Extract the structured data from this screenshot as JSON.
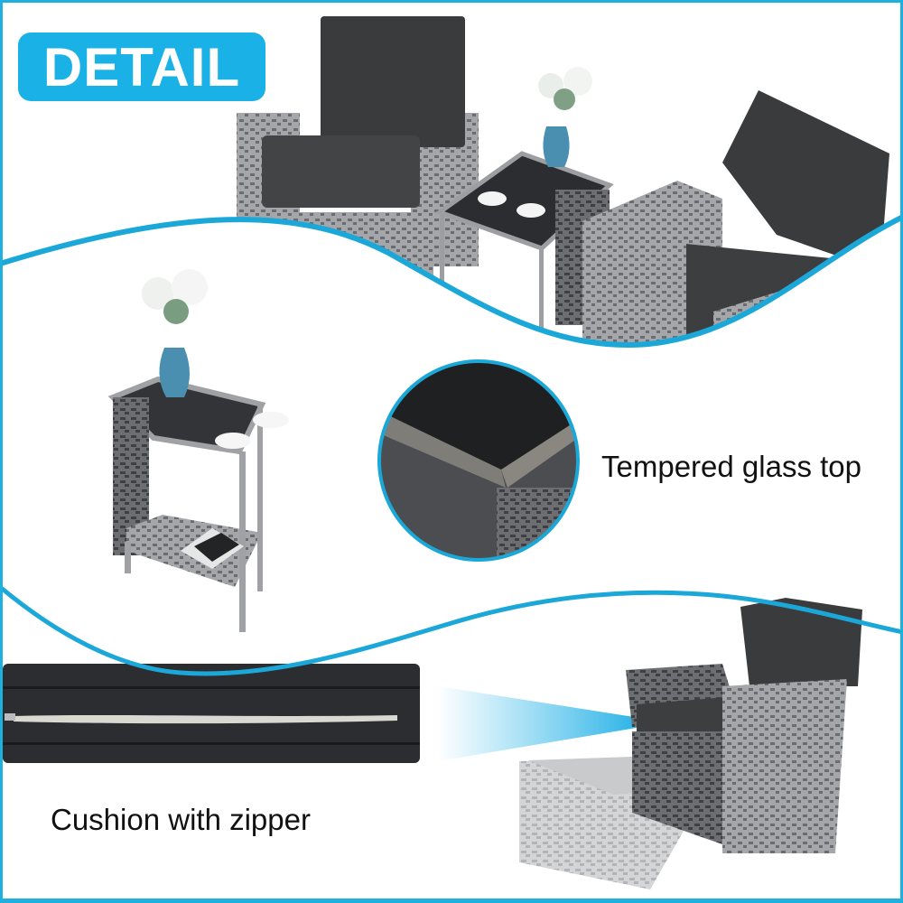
{
  "badge": {
    "label": "DETAIL"
  },
  "captions": {
    "glass_top": "Tempered glass top",
    "cushion_zipper": "Cushion with zipper"
  },
  "colors": {
    "accent": "#1ab1e6",
    "frame": "#1fb0de",
    "cushion": "#3b3c3e",
    "wicker_light": "#9a9ca0",
    "wicker_dark": "#55575a",
    "glass": "#2a2b2d"
  },
  "sections": [
    {
      "name": "hero-set",
      "description": "two wicker armchairs with side table"
    },
    {
      "name": "side-table",
      "description": "wicker side table with glass top, vase and cups"
    },
    {
      "name": "glass-top-inset",
      "description": "circular close-up of glass top corner"
    },
    {
      "name": "cushion-zipper",
      "description": "cushion close-up showing zipper"
    },
    {
      "name": "chair-with-ottoman",
      "description": "armchair with pull-out ottoman"
    }
  ]
}
